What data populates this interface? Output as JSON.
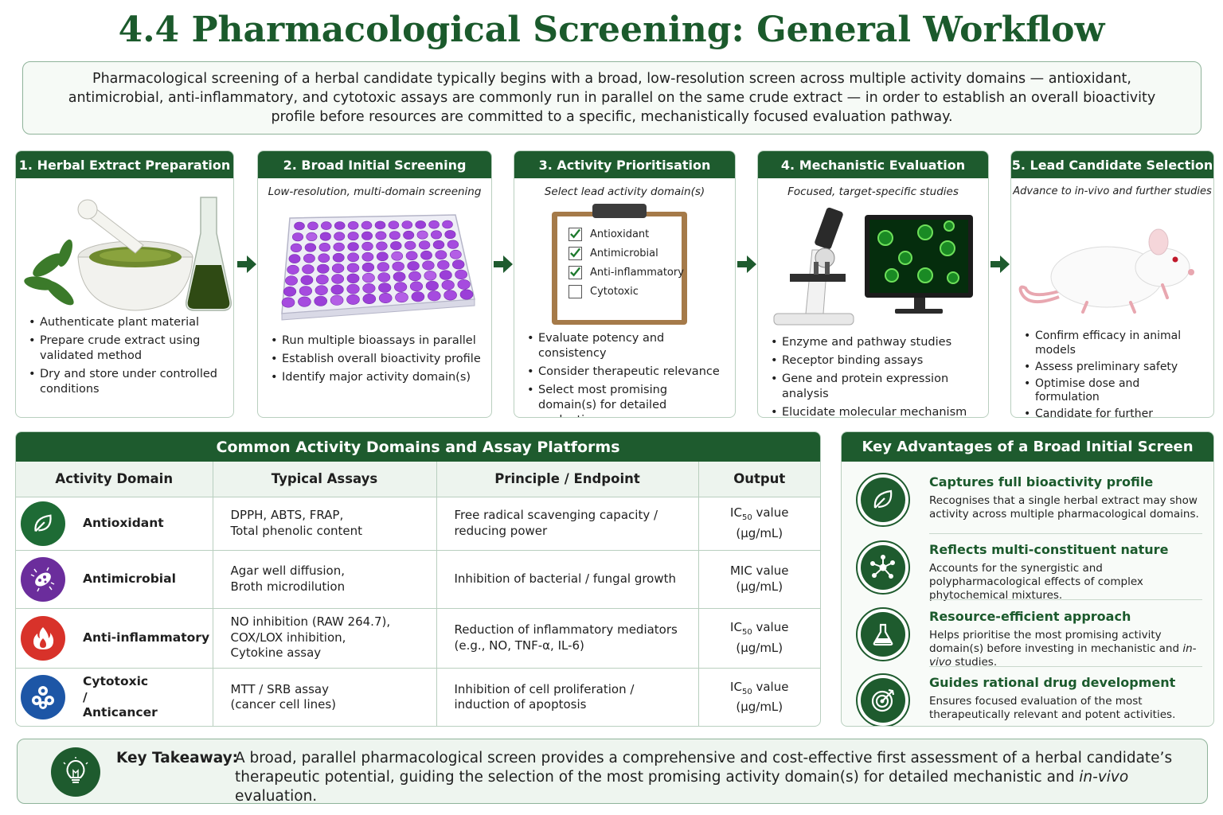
{
  "title": "4.4 Pharmacological Screening: General Workflow",
  "intro": "Pharmacological screening of a herbal candidate typically begins with a broad, low-resolution screen across multiple activity domains — antioxidant, antimicrobial, anti-inflammatory, and cytotoxic assays are commonly run in parallel on the same crude extract — in order to establish an overall bioactivity profile before resources are committed to a specific, mechanistically focused evaluation pathway.",
  "steps": [
    {
      "title": "1. Herbal Extract Preparation",
      "subtitle": "",
      "bullets": [
        "Authenticate plant material",
        "Prepare crude extract using validated method",
        "Dry and store under controlled conditions"
      ]
    },
    {
      "title": "2. Broad Initial Screening",
      "subtitle": "Low-resolution, multi-domain screening",
      "bullets": [
        "Run multiple bioassays in parallel",
        "Establish overall bioactivity profile",
        "Identify major activity domain(s)"
      ]
    },
    {
      "title": "3. Activity Prioritisation",
      "subtitle": "Select lead activity domain(s)",
      "checklist": [
        {
          "label": "Antioxidant",
          "checked": true
        },
        {
          "label": "Antimicrobial",
          "checked": true
        },
        {
          "label": "Anti-inflammatory",
          "checked": true
        },
        {
          "label": "Cytotoxic",
          "checked": false
        }
      ],
      "bullets": [
        "Evaluate potency and consistency",
        "Consider therapeutic relevance",
        "Select most promising domain(s) for detailed evaluation"
      ]
    },
    {
      "title": "4. Mechanistic Evaluation",
      "subtitle": "Focused, target-specific studies",
      "bullets": [
        "Enzyme and pathway studies",
        "Receptor binding assays",
        "Gene and protein expression analysis",
        "Elucidate molecular mechanism"
      ]
    },
    {
      "title": "5. Lead Candidate Selection",
      "subtitle": "Advance to in-vivo and further studies",
      "bullets": [
        "Confirm efficacy in animal models",
        "Assess preliminary safety",
        "Optimise dose and formulation",
        "Candidate for further development"
      ]
    }
  ],
  "table": {
    "title": "Common Activity Domains and Assay Platforms",
    "headers": [
      "Activity Domain",
      "Typical Assays",
      "Principle / Endpoint",
      "Output"
    ],
    "rows": [
      {
        "domain": "Antioxidant",
        "assays": [
          "DPPH, ABTS, FRAP,",
          "Total phenolic content"
        ],
        "principle": [
          "Free radical scavenging capacity /",
          "reducing power"
        ],
        "output_main": "IC",
        "output_sub": "50",
        "output_rest": " value",
        "output_unit": "(µg/mL)",
        "color": "#1e6b35",
        "icon": "leaf-icon"
      },
      {
        "domain": "Antimicrobial",
        "assays": [
          "Agar well diffusion,",
          "Broth microdilution"
        ],
        "principle": [
          "Inhibition of bacterial / fungal growth"
        ],
        "output_main": "MIC value",
        "output_sub": "",
        "output_rest": "",
        "output_unit": "(µg/mL)",
        "color": "#6b2d9c",
        "icon": "microbe-icon"
      },
      {
        "domain": "Anti-inflammatory",
        "assays": [
          "NO inhibition (RAW 264.7),",
          "COX/LOX inhibition,",
          "Cytokine assay"
        ],
        "principle": [
          "Reduction of inflammatory mediators",
          "(e.g., NO, TNF-α, IL-6)"
        ],
        "output_main": "IC",
        "output_sub": "50",
        "output_rest": " value",
        "output_unit": "(µg/mL)",
        "color": "#d8322a",
        "icon": "flame-icon"
      },
      {
        "domain": "Cytotoxic / Anticancer",
        "assays": [
          "MTT / SRB assay",
          "(cancer cell lines)"
        ],
        "principle": [
          "Inhibition of cell proliferation /",
          "induction of apoptosis"
        ],
        "output_main": "IC",
        "output_sub": "50",
        "output_rest": " value",
        "output_unit": "(µg/mL)",
        "color": "#1d56a6",
        "icon": "cells-icon"
      }
    ]
  },
  "advantages": {
    "title": "Key Advantages of a Broad Initial Screen",
    "items": [
      {
        "title": "Captures full bioactivity profile",
        "text": "Recognises that a single herbal extract may show activity across multiple pharmacological domains.",
        "icon": "leaf-icon"
      },
      {
        "title": "Reflects multi-constituent nature",
        "text": "Accounts for the synergistic and polypharmacological effects of complex phytochemical mixtures.",
        "icon": "network-icon"
      },
      {
        "title": "Resource-efficient approach",
        "text_before": "Helps prioritise the most promising activity domain(s) before investing in mechanistic and ",
        "text_em": "in-vivo",
        "text_after": " studies.",
        "icon": "flask-icon"
      },
      {
        "title": "Guides rational drug development",
        "text": "Ensures focused evaluation of the most therapeutically relevant and potent activities.",
        "icon": "target-icon"
      }
    ]
  },
  "takeaway": {
    "label": "Key Takeaway:",
    "text_before": "A broad, parallel pharmacological screen provides a comprehensive and cost-effective first assessment of a herbal candidate’s therapeutic potential, guiding the selection of the most promising activity domain(s) for detailed mechanistic and ",
    "text_em": "in-vivo",
    "text_after": " evaluation."
  },
  "colors": {
    "primary": "#1e5b2e",
    "border": "#b9cfbf",
    "header_fill": "#edf4ee"
  }
}
